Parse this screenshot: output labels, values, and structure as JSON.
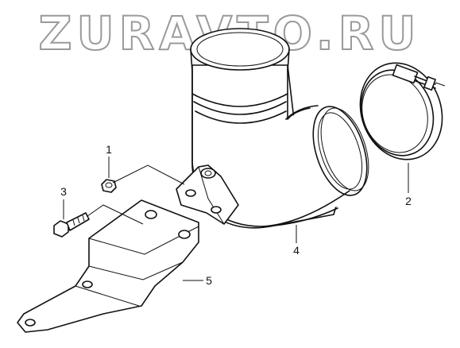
{
  "watermark": "ZURAVTO.RU",
  "callouts": [
    "1",
    "2",
    "3",
    "4",
    "5"
  ]
}
